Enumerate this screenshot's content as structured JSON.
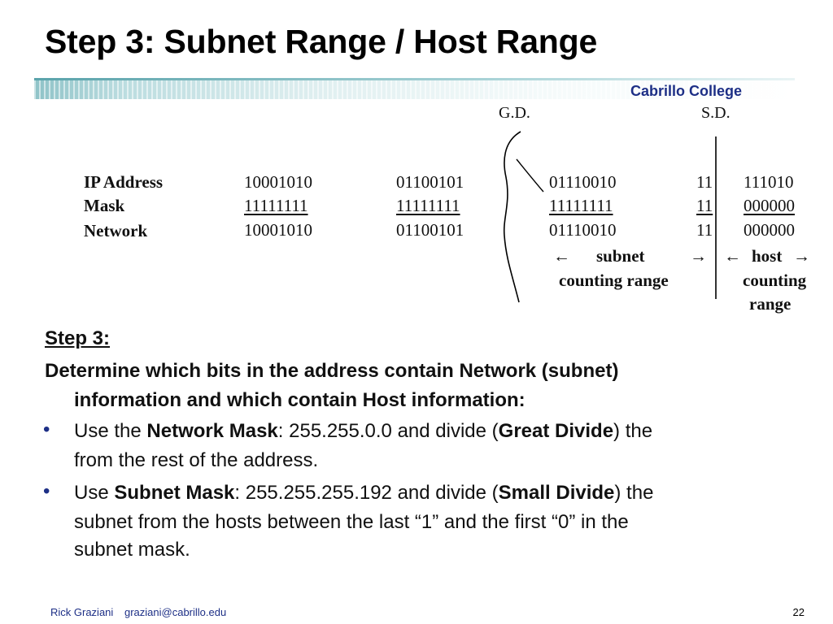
{
  "title": "Step 3: Subnet Range / Host Range",
  "logo_text": "Cabrillo College",
  "diagram": {
    "gd_label": "G.D.",
    "sd_label": "S.D.",
    "rows": [
      {
        "label": "IP Address",
        "o1": "10001010",
        "o2": "01100101",
        "o3": "01110010",
        "s": "11",
        "h": "111010"
      },
      {
        "label": "Mask",
        "o1": "11111111",
        "o2": "11111111",
        "o3": "11111111",
        "s": "11",
        "h": "000000"
      },
      {
        "label": "Network",
        "o1": "10001010",
        "o2": "01100101",
        "o3": "01110010",
        "s": "11",
        "h": "000000"
      }
    ],
    "subnet_arrow_left": "←",
    "subnet_word": "subnet",
    "subnet_arrow_right": "→",
    "subnet_line2": "counting range",
    "host_arrow_left": "←",
    "host_word": "host",
    "host_arrow_right": "→",
    "host_line2": "counting",
    "host_line3": "range"
  },
  "body": {
    "step_heading": "Step 3:",
    "intro_line1": "Determine which bits in the address contain Network (subnet)",
    "intro_line2": "information and which contain Host information:",
    "bullet_char": "•",
    "b1_pre": "Use the ",
    "b1_bold1": "Network Mask",
    "b1_mid": ": 255.255.0.0 and divide (",
    "b1_bold2": "Great Divide",
    "b1_post": ") the",
    "b1_line2": "from the rest of the address.",
    "b2_pre": "Use ",
    "b2_bold1": "Subnet Mask",
    "b2_mid": ": 255.255.255.192 and divide (",
    "b2_bold2": "Small Divide",
    "b2_post": ") the",
    "b2_line2": "subnet from the hosts between the last “1” and the first “0” in the",
    "b2_line3": "subnet mask."
  },
  "footer": {
    "author": "Rick Graziani",
    "email": "graziani@cabrillo.edu",
    "page": "22"
  },
  "colors": {
    "accent_blue": "#1d2f86",
    "band_teal": "#8fc3c8"
  }
}
